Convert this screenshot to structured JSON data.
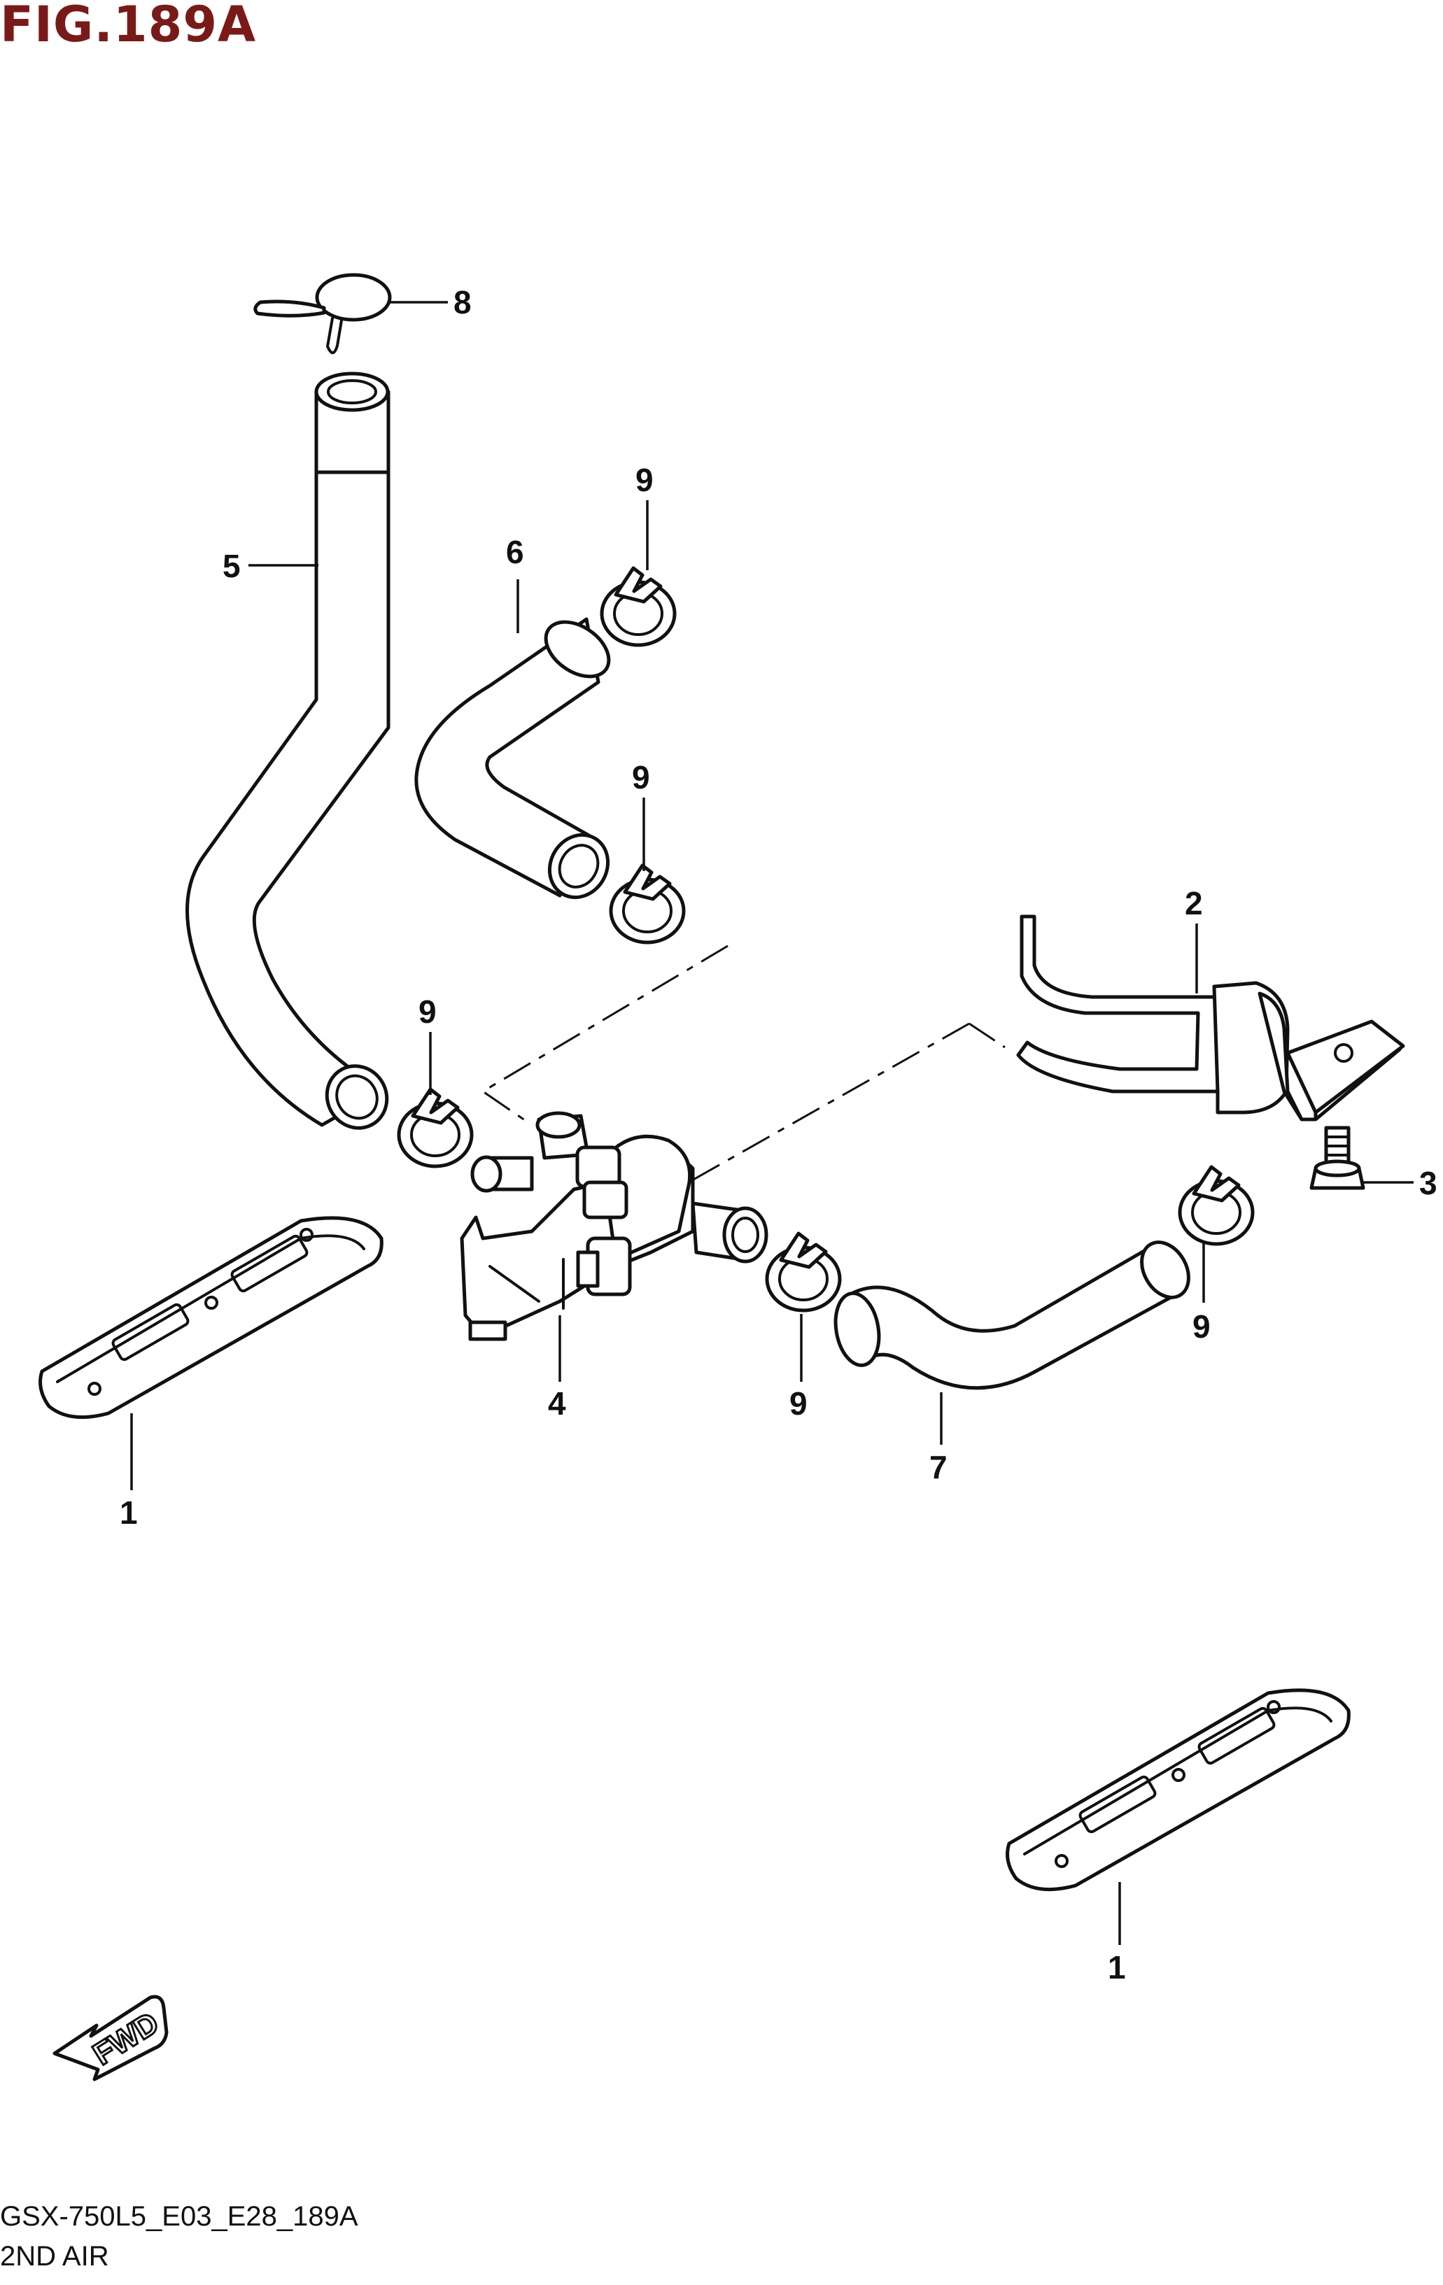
{
  "figure": {
    "title": "FIG.189A",
    "model_code": "GSX-750L5_E03_E28_189A",
    "section_name": "2ND AIR",
    "direction_marker": "FWD"
  },
  "callouts": [
    {
      "id": "callout-8",
      "label": "8"
    },
    {
      "id": "callout-9a",
      "label": "9"
    },
    {
      "id": "callout-6",
      "label": "6"
    },
    {
      "id": "callout-5",
      "label": "5"
    },
    {
      "id": "callout-9b",
      "label": "9"
    },
    {
      "id": "callout-2",
      "label": "2"
    },
    {
      "id": "callout-9c",
      "label": "9"
    },
    {
      "id": "callout-3",
      "label": "3"
    },
    {
      "id": "callout-9d",
      "label": "9"
    },
    {
      "id": "callout-4",
      "label": "4"
    },
    {
      "id": "callout-9e",
      "label": "9"
    },
    {
      "id": "callout-7",
      "label": "7"
    },
    {
      "id": "callout-1a",
      "label": "1"
    },
    {
      "id": "callout-1b",
      "label": "1"
    }
  ]
}
